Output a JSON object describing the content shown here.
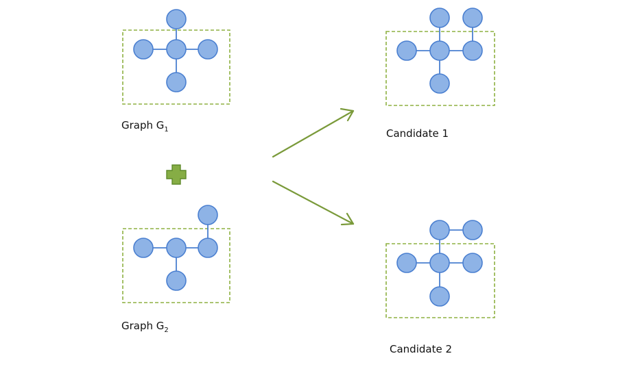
{
  "colors": {
    "node_fill": "#8eb3e6",
    "node_stroke": "#4a7fd0",
    "edge": "#4a7fd0",
    "box": "#8db041",
    "arrow": "#7a9a3a",
    "plus_fill": "#86ad45",
    "plus_stroke": "#5f8a2b"
  },
  "labels": {
    "graph1_main": "Graph G",
    "graph1_sub": "1",
    "graph2_main": "Graph G",
    "graph2_sub": "2",
    "candidate1": "Candidate 1",
    "candidate2": "Candidate 2"
  },
  "icons": {
    "combine": "plus-icon",
    "arrows": "arrow-icon"
  }
}
